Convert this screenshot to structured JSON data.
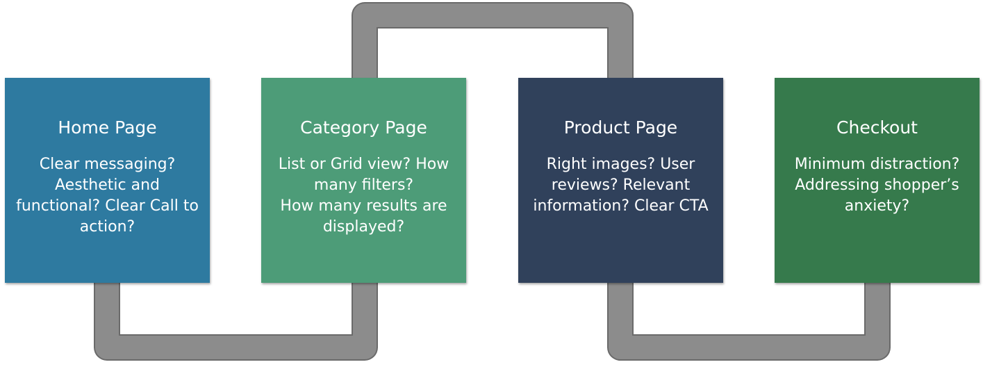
{
  "colors": {
    "home": "#2e7aa0",
    "category": "#4d9c78",
    "product": "#30415b",
    "checkout": "#367a4c",
    "connector": "#8c8c8c",
    "connector_border": "#6a6a6a"
  },
  "stages": [
    {
      "title": "Home Page",
      "lines": [
        "Clear messaging?",
        "Aesthetic and",
        "functional? Clear Call to",
        "action?"
      ]
    },
    {
      "title": "Category Page",
      "lines": [
        "List or Grid view? How",
        "many filters?",
        "How many results are",
        "displayed?"
      ]
    },
    {
      "title": "Product Page",
      "lines": [
        "Right images? User",
        "reviews? Relevant",
        "information? Clear CTA"
      ]
    },
    {
      "title": "Checkout",
      "lines": [
        "Minimum distraction?",
        "Addressing shopper’s",
        "anxiety?"
      ]
    }
  ]
}
